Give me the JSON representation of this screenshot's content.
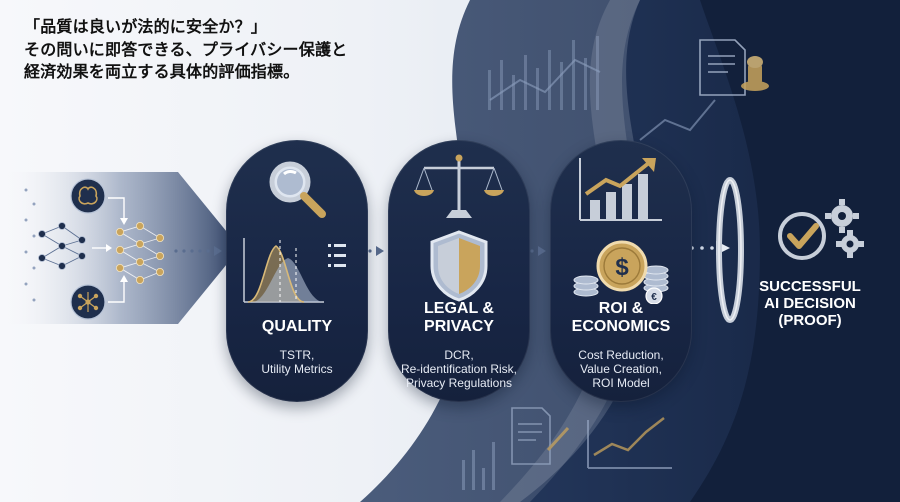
{
  "headline": {
    "lines": [
      "「品質は良いが法的に安全か？」",
      "その問いに即答できる、プライバシー保護と",
      "経済効果を両立する具体的評価指標。"
    ]
  },
  "stages": [
    {
      "title": "QUALITY",
      "description": [
        "TSTR,",
        "Utility Metrics"
      ],
      "icons": [
        "magnifier-icon",
        "distribution-curve-icon"
      ]
    },
    {
      "title_lines": [
        "LEGAL &",
        "PRIVACY"
      ],
      "description": [
        "DCR,",
        "Re-identification Risk,",
        "Privacy Regulations"
      ],
      "icons": [
        "scales-icon",
        "shield-icon"
      ]
    },
    {
      "title_lines": [
        "ROI &",
        "ECONOMICS"
      ],
      "description": [
        "Cost Reduction,",
        "Value Creation,",
        "ROI Model"
      ],
      "icons": [
        "growth-chart-icon",
        "coins-icon"
      ]
    }
  ],
  "result": {
    "title_lines": [
      "SUCCESSFUL",
      "AI DECISION",
      "(PROOF)"
    ],
    "icons": [
      "checkmark-gear-icon"
    ]
  },
  "colors": {
    "navy": "#1b2a48",
    "gold": "#c9a45c",
    "silver": "#c7ced9"
  }
}
